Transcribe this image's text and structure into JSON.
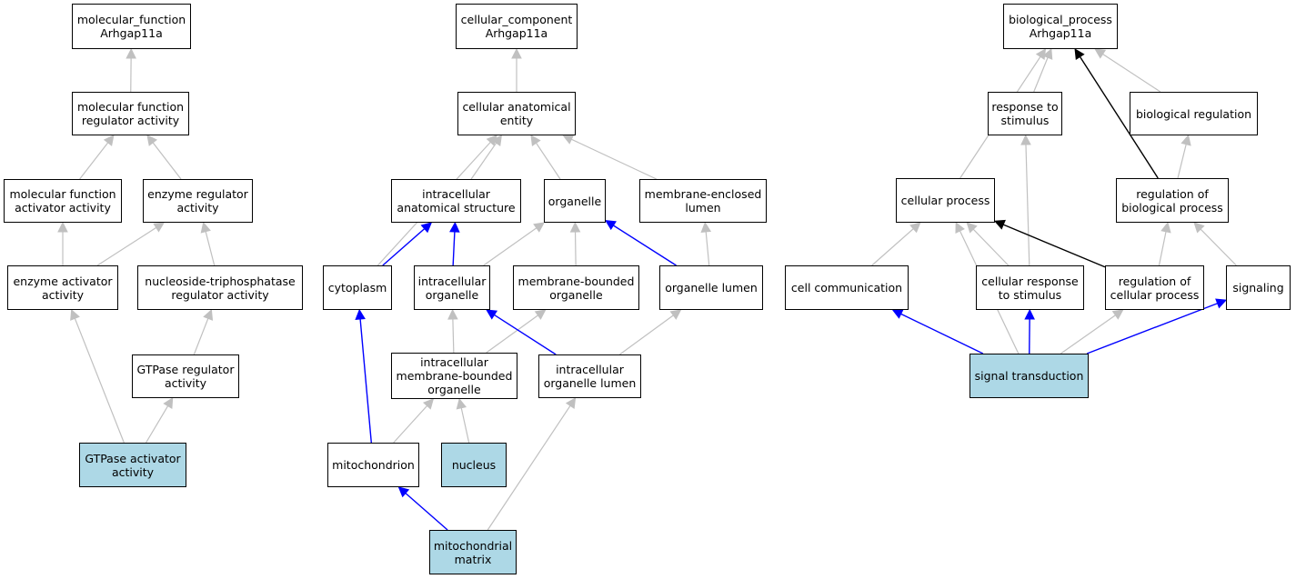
{
  "colors": {
    "grey": "#c0c0c0",
    "blue": "#0000ff",
    "black": "#000000",
    "highlight": "#add8e6"
  },
  "nodes": {
    "mf_root": {
      "label": "molecular_function\nArhgap11a",
      "highlight": false
    },
    "mf_reg": {
      "label": "molecular function\nregulator activity",
      "highlight": false
    },
    "mf_act": {
      "label": "molecular function\nactivator activity",
      "highlight": false
    },
    "enz_reg": {
      "label": "enzyme regulator\nactivity",
      "highlight": false
    },
    "enz_act": {
      "label": "enzyme activator\nactivity",
      "highlight": false
    },
    "ntp_reg": {
      "label": "nucleoside-triphosphatase\nregulator activity",
      "highlight": false
    },
    "gtp_reg": {
      "label": "GTPase regulator\nactivity",
      "highlight": false
    },
    "gtp_act": {
      "label": "GTPase activator\nactivity",
      "highlight": true
    },
    "cc_root": {
      "label": "cellular_component\nArhgap11a",
      "highlight": false
    },
    "cae": {
      "label": "cellular anatomical\nentity",
      "highlight": false
    },
    "ias": {
      "label": "intracellular\nanatomical structure",
      "highlight": false
    },
    "organelle": {
      "label": "organelle",
      "highlight": false
    },
    "mel": {
      "label": "membrane-enclosed\nlumen",
      "highlight": false
    },
    "cytoplasm": {
      "label": "cytoplasm",
      "highlight": false
    },
    "io": {
      "label": "intracellular\norganelle",
      "highlight": false
    },
    "mbo": {
      "label": "membrane-bounded\norganelle",
      "highlight": false
    },
    "ol": {
      "label": "organelle lumen",
      "highlight": false
    },
    "imbo": {
      "label": "intracellular\nmembrane-bounded\norganelle",
      "highlight": false
    },
    "iol": {
      "label": "intracellular\norganelle lumen",
      "highlight": false
    },
    "mito": {
      "label": "mitochondrion",
      "highlight": false
    },
    "nucleus": {
      "label": "nucleus",
      "highlight": true
    },
    "mm": {
      "label": "mitochondrial\nmatrix",
      "highlight": true
    },
    "bp_root": {
      "label": "biological_process\nArhgap11a",
      "highlight": false
    },
    "rts": {
      "label": "response to\nstimulus",
      "highlight": false
    },
    "breg": {
      "label": "biological regulation",
      "highlight": false
    },
    "cp": {
      "label": "cellular process",
      "highlight": false
    },
    "rbp": {
      "label": "regulation of\nbiological process",
      "highlight": false
    },
    "cc": {
      "label": "cell communication",
      "highlight": false
    },
    "crs": {
      "label": "cellular response\nto stimulus",
      "highlight": false
    },
    "rcp": {
      "label": "regulation of\ncellular process",
      "highlight": false
    },
    "sig": {
      "label": "signaling",
      "highlight": false
    },
    "st": {
      "label": "signal transduction",
      "highlight": true
    }
  },
  "edges": [
    {
      "from": "mf_reg",
      "to": "mf_root",
      "color": "grey"
    },
    {
      "from": "mf_act",
      "to": "mf_reg",
      "color": "grey"
    },
    {
      "from": "enz_reg",
      "to": "mf_reg",
      "color": "grey"
    },
    {
      "from": "enz_act",
      "to": "mf_act",
      "color": "grey"
    },
    {
      "from": "enz_act",
      "to": "enz_reg",
      "color": "grey"
    },
    {
      "from": "ntp_reg",
      "to": "enz_reg",
      "color": "grey"
    },
    {
      "from": "gtp_reg",
      "to": "ntp_reg",
      "color": "grey"
    },
    {
      "from": "gtp_act",
      "to": "enz_act",
      "color": "grey"
    },
    {
      "from": "gtp_act",
      "to": "gtp_reg",
      "color": "grey"
    },
    {
      "from": "cae",
      "to": "cc_root",
      "color": "grey"
    },
    {
      "from": "ias",
      "to": "cae",
      "color": "grey"
    },
    {
      "from": "organelle",
      "to": "cae",
      "color": "grey"
    },
    {
      "from": "mel",
      "to": "cae",
      "color": "grey"
    },
    {
      "from": "cytoplasm",
      "to": "cae",
      "color": "grey"
    },
    {
      "from": "cytoplasm",
      "to": "ias",
      "color": "blue"
    },
    {
      "from": "io",
      "to": "ias",
      "color": "blue"
    },
    {
      "from": "io",
      "to": "organelle",
      "color": "grey"
    },
    {
      "from": "mbo",
      "to": "organelle",
      "color": "grey"
    },
    {
      "from": "ol",
      "to": "organelle",
      "color": "blue"
    },
    {
      "from": "ol",
      "to": "mel",
      "color": "grey"
    },
    {
      "from": "imbo",
      "to": "io",
      "color": "grey"
    },
    {
      "from": "imbo",
      "to": "mbo",
      "color": "grey"
    },
    {
      "from": "iol",
      "to": "io",
      "color": "blue"
    },
    {
      "from": "iol",
      "to": "ol",
      "color": "grey"
    },
    {
      "from": "mito",
      "to": "cytoplasm",
      "color": "blue"
    },
    {
      "from": "mito",
      "to": "imbo",
      "color": "grey"
    },
    {
      "from": "nucleus",
      "to": "imbo",
      "color": "grey"
    },
    {
      "from": "mm",
      "to": "mito",
      "color": "blue"
    },
    {
      "from": "mm",
      "to": "iol",
      "color": "grey"
    },
    {
      "from": "rts",
      "to": "bp_root",
      "color": "grey"
    },
    {
      "from": "breg",
      "to": "bp_root",
      "color": "grey"
    },
    {
      "from": "cp",
      "to": "bp_root",
      "color": "grey"
    },
    {
      "from": "rbp",
      "to": "bp_root",
      "color": "black"
    },
    {
      "from": "rbp",
      "to": "breg",
      "color": "grey"
    },
    {
      "from": "cc",
      "to": "cp",
      "color": "grey"
    },
    {
      "from": "crs",
      "to": "cp",
      "color": "grey"
    },
    {
      "from": "crs",
      "to": "rts",
      "color": "grey"
    },
    {
      "from": "rcp",
      "to": "cp",
      "color": "black"
    },
    {
      "from": "rcp",
      "to": "rbp",
      "color": "grey"
    },
    {
      "from": "sig",
      "to": "rbp",
      "color": "grey"
    },
    {
      "from": "st",
      "to": "cp",
      "color": "grey"
    },
    {
      "from": "st",
      "to": "cc",
      "color": "blue"
    },
    {
      "from": "st",
      "to": "crs",
      "color": "blue"
    },
    {
      "from": "st",
      "to": "rcp",
      "color": "grey"
    },
    {
      "from": "st",
      "to": "sig",
      "color": "blue"
    }
  ]
}
